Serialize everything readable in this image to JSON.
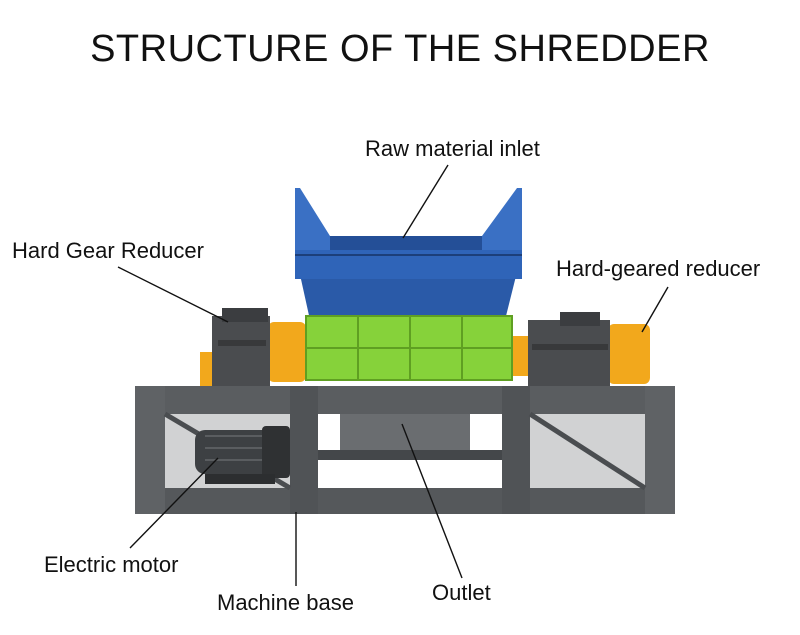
{
  "title": "STRUCTURE OF THE SHREDDER",
  "labels": {
    "inlet": "Raw material inlet",
    "left_reducer": "Hard Gear Reducer",
    "right_reducer": "Hard-geared reducer",
    "motor": "Electric motor",
    "base": "Machine base",
    "outlet": "Outlet"
  },
  "colors": {
    "hopper": "#2f64b8",
    "body": "#86d23a",
    "frame": "#5a5d60",
    "yellow": "#f2a81c",
    "gearbox": "#4a4c4f"
  }
}
